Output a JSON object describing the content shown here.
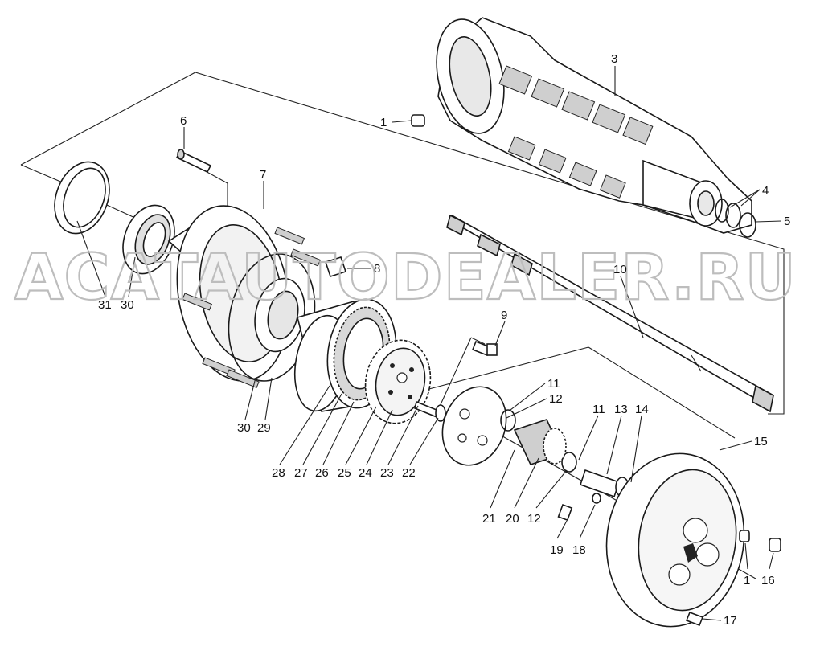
{
  "watermark": "ACATAUTODEALER.RU",
  "labels": {
    "l1a": "1",
    "l3": "3",
    "l4": "4",
    "l5": "5",
    "l6": "6",
    "l7": "7",
    "l8": "8",
    "l9": "9",
    "l10": "10",
    "l11a": "11",
    "l12a": "12",
    "l11b": "11",
    "l13": "13",
    "l14": "14",
    "l15": "15",
    "l31": "31",
    "l30a": "30",
    "l30b": "30",
    "l29": "29",
    "l28": "28",
    "l27": "27",
    "l26": "26",
    "l25": "25",
    "l24": "24",
    "l23": "23",
    "l22": "22",
    "l21": "21",
    "l20": "20",
    "l12b": "12",
    "l19": "19",
    "l18": "18",
    "l1b": "1",
    "l16": "16",
    "l17": "17"
  },
  "colors": {
    "line": "#222222",
    "part_fill": "#ffffff",
    "shade": "#cfcfcf",
    "watermark": "#bdbdbd"
  }
}
